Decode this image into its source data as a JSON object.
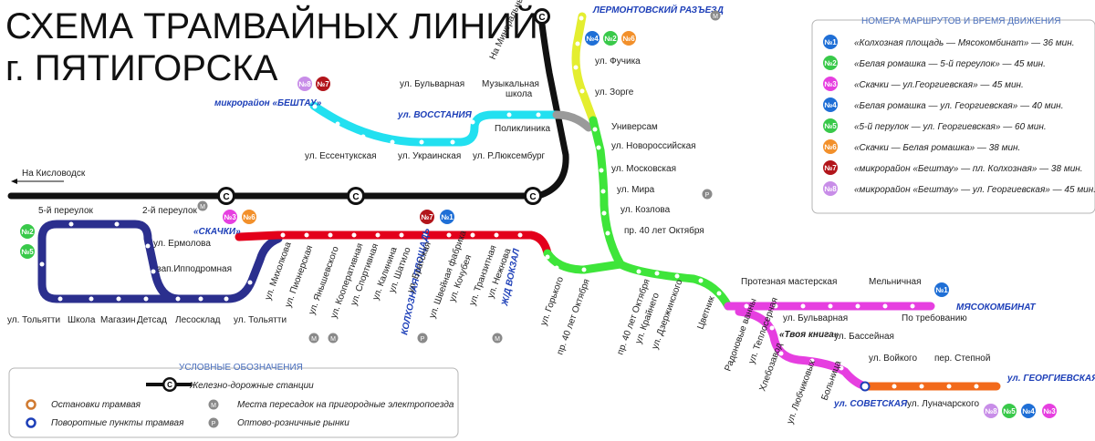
{
  "title": {
    "line1": "СХЕМА ТРАМВАЙНЫХ ЛИНИЙ",
    "line2": "г. ПЯТИГОРСКА"
  },
  "colors": {
    "red": "#e3001b",
    "navy": "#2b2f8e",
    "cyan": "#22e0f0",
    "grey": "#9a9a9a",
    "green": "#3ee53a",
    "yellow": "#e4ee30",
    "magenta": "#e63fe0",
    "orange": "#f26a1b",
    "black": "#111111",
    "darkred": "#b2151b",
    "blue": "#1f6fd6",
    "lightgreen": "#39c94a"
  },
  "rail": {
    "to_kislovodsk": "На Кисловодск",
    "to_mineral": "На Минеральные воды"
  },
  "stations": {
    "lermontov": "ЛЕРМОНТОВСКИЙ РАЗЪЕЗД",
    "beshtau": "микрорайон «БЕШТАУ»",
    "vosstaniya": "ул. ВОССТАНИЯ",
    "skachki": "«СКАЧКИ»",
    "kolkhoz": "КОЛХОЗНАЯ ПЛОЩАДЬ",
    "vokzal": "Ж/Д ВОКЗАЛ",
    "myasokombinat": "МЯСОКОМБИНАТ",
    "georgievskaya": "ул. ГЕОРГИЕВСКАЯ",
    "sovetskaya": "ул. СОВЕТСКАЯ",
    "tvoya_kniga": "«Твоя книга»"
  },
  "labels": {
    "fuchika": "ул. Фучика",
    "zorge": "ул. Зорге",
    "univers": "Универсам",
    "novoross": "ул. Новороссийская",
    "moskov": "ул. Московская",
    "mira": "ул. Мира",
    "kozlova": "ул. Козлова",
    "p40_top": "пр. 40 лет Октября",
    "bulvar": "ул. Бульварная",
    "muz1": "Музыкальная",
    "muz2": "школа",
    "poliklinika": "Поликлиника",
    "essent": "ул. Ессентукская",
    "ukrain": "ул. Украинская",
    "luxemb": "ул. Р.Люксембург",
    "per5": "5-й переулок",
    "per2": "2-й переулок",
    "ermolova": "ул. Ермолова",
    "ippodrom": "зап.Ипподромная",
    "tolyatti_l": "ул. Тольятти",
    "shkola": "Школа",
    "magazin": "Магазин",
    "detsad": "Детсад",
    "lesosklad": "Лесосклад",
    "tolyatti_r": "ул. Тольятти",
    "mikholkova": "ул. Михолкова",
    "pioner": "ул. Пионерская",
    "yanyshev": "ул. Янышевского",
    "kooper": "ул. Кооперативная",
    "sport": "ул. Спортивная",
    "kalinina": "ул. Калинина",
    "shatilo": "ул. Шатило",
    "bratsk": "ул. Братская",
    "shveyn": "ул. Швейная фабрика",
    "kochubey": "ул. Кочубея",
    "tranzit": "ул. Транзитная",
    "nezhnova": "ул. Нежнова",
    "gorkogo": "ул. Горького",
    "p40_b1": "пр. 40 лет Октября",
    "p40_b2": "пр. 40 лет Октября",
    "kraynego": "ул. Крайнего",
    "dzerzh": "ул. Дзержинского",
    "cvetnik": "Цветник",
    "radon": "Радоновые ванны",
    "teplos": "ул. Теплосерная",
    "protez": "Протезная мастерская",
    "melnich": "Мельничная",
    "bolnova": "ул. Бульварная",
    "basseyn": "ул. Бассейная",
    "potreb": "По требованию",
    "hlebozavod": "Хлебозавод",
    "lyubch": "ул. Любчиковых",
    "bolnica": "Больница",
    "voykogo": "ул. Войкого",
    "stepnoy": "пер. Степной",
    "lunach": "ул. Луначарского"
  },
  "routes_box": {
    "heading": "НОМЕРА МАРШРУТОВ И ВРЕМЯ ДВИЖЕНИЯ",
    "routes": [
      {
        "num": "№1",
        "color": "#1f6fd6",
        "text": "«Колхозная площадь — Мясокомбинат» — 36 мин."
      },
      {
        "num": "№2",
        "color": "#39c94a",
        "text": "«Белая ромашка — 5-й переулок» — 45 мин."
      },
      {
        "num": "№3",
        "color": "#e63fe0",
        "text": "«Скачки — ул.Георгиевская» — 45 мин."
      },
      {
        "num": "№4",
        "color": "#1f6fd6",
        "text": "«Белая ромашка — ул. Георгиевская» — 40 мин."
      },
      {
        "num": "№5",
        "color": "#39c94a",
        "text": "«5-й перулок — ул. Георгиевская» — 60 мин."
      },
      {
        "num": "№6",
        "color": "#f2902b",
        "text": "«Скачки — Белая ромашка» — 38 мин."
      },
      {
        "num": "№7",
        "color": "#b2151b",
        "text": "«микрорайон «Бештау» — пл. Колхозная» — 38 мин."
      },
      {
        "num": "№8",
        "color": "#c88de8",
        "text": "«микрорайон «Бештау» — ул. Георгиевская» — 45 мин."
      }
    ]
  },
  "legend": {
    "heading": "УСЛОВНЫЕ ОБОЗНАЧЕНИЯ",
    "items": [
      {
        "icon": "С",
        "text": "Железно-дорожные станции"
      },
      {
        "icon": "",
        "text": "Остановки трамвая"
      },
      {
        "icon": "",
        "text": "Поворотные пункты трамвая"
      },
      {
        "icon": "М",
        "text": "Места пересадок на пригородные электропоезда"
      },
      {
        "icon": "Р",
        "text": "Оптово-розничные рынки"
      }
    ]
  },
  "badges": {
    "n1": "№1",
    "n2": "№2",
    "n3": "№3",
    "n4": "№4",
    "n5": "№5",
    "n6": "№6",
    "n7": "№7",
    "n8": "№8",
    "c": "С",
    "m": "М",
    "p": "Р"
  }
}
